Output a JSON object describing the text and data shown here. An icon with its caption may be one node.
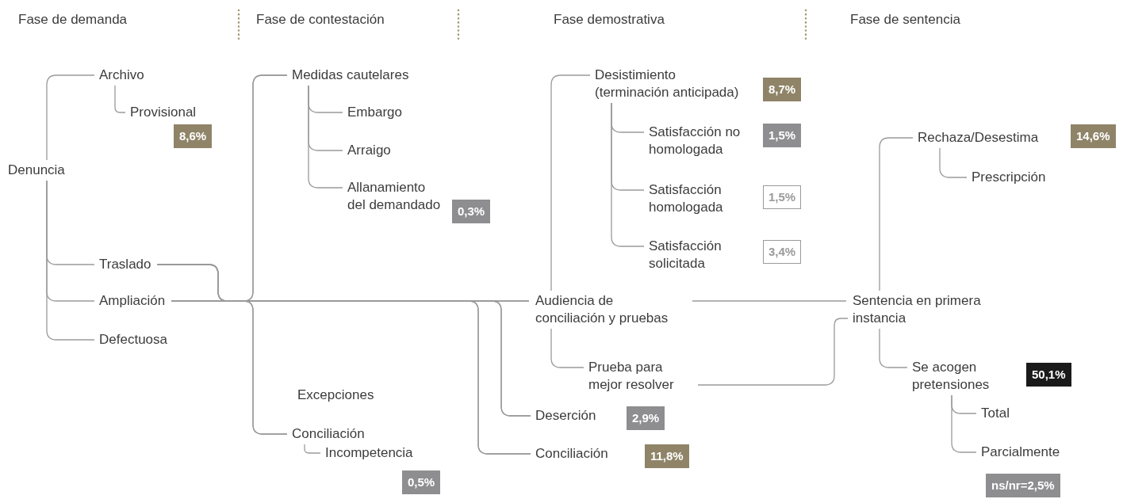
{
  "diagram": {
    "nodes": [
      {
        "text": [
          "Denuncia"
        ]
      },
      {
        "text": [
          "Archivo"
        ]
      },
      {
        "text": [
          "Provisional"
        ],
        "beside": [
          "8,6%"
        ]
      },
      {
        "text": [
          "Traslado"
        ]
      },
      {
        "text": [
          "Ampliación"
        ]
      },
      {
        "text": [
          "Defectuosa"
        ]
      },
      {
        "text": [
          "Medidas cautelares"
        ]
      },
      {
        "text": [
          "Embargo"
        ]
      },
      {
        "text": [
          "Arraigo"
        ]
      },
      {
        "text": [
          "Allanamiento del demandado"
        ],
        "beside": [
          "0,3%"
        ]
      },
      {
        "text": [
          "Conciliación"
        ]
      },
      {
        "text": [
          "Incompetencia"
        ],
        "beside": [
          "0,5%"
        ]
      },
      {
        "text": [
          "Audiencia de conciliación y pruebas"
        ]
      },
      {
        "text": [
          "Deserción"
        ],
        "beside": [
          "2,9%"
        ]
      },
      {
        "text": [
          "Conciliación"
        ],
        "beside": [
          "11,8%"
        ]
      },
      {
        "text": [
          "Desistimiento (terminación anticipada)"
        ],
        "beside": [
          "8,7%"
        ]
      },
      {
        "text": [
          "Satisfacción no homologada"
        ],
        "beside": [
          "1,5%"
        ]
      },
      {
        "text": [
          "Satisfacción homologada"
        ],
        "beside": [
          "1,5%"
        ]
      },
      {
        "text": [
          "Satisfacción solicitada"
        ],
        "beside": [
          "3,4%"
        ]
      },
      {
        "text": [
          "Prueba para mejor resolver"
        ]
      },
      {
        "text": [
          "Sentencia en primera instancia"
        ]
      },
      {
        "text": [
          "Rechaza/Desestima"
        ],
        "beside": [
          "14,6%"
        ]
      },
      {
        "text": [
          "Prescripción"
        ]
      },
      {
        "text": [
          "Se acogen pretensiones"
        ],
        "beside": [
          "50,1%"
        ]
      },
      {
        "text": [
          "Total"
        ]
      },
      {
        "text": [
          "Parcialmente"
        ]
      }
    ],
    "edges": [
      {
        "from": 0,
        "to": 1,
        "arrow": "none"
      },
      {
        "from": 1,
        "to": 2,
        "arrow": "none"
      },
      {
        "from": 0,
        "to": 3,
        "arrow": "none"
      },
      {
        "from": 0,
        "to": 4,
        "arrow": "none"
      },
      {
        "from": 0,
        "to": 5,
        "arrow": "none"
      },
      {
        "from": 3,
        "to": 6,
        "arrow": "none"
      },
      {
        "from": 3,
        "to": 10,
        "arrow": "none"
      },
      {
        "from": 3,
        "to": 12,
        "arrow": "none"
      },
      {
        "from": 3,
        "to": 13,
        "arrow": "none"
      },
      {
        "from": 3,
        "to": 14,
        "arrow": "none"
      },
      {
        "from": 4,
        "to": 6,
        "arrow": "none"
      },
      {
        "from": 4,
        "to": 10,
        "arrow": "none"
      },
      {
        "from": 4,
        "to": 12,
        "arrow": "none"
      },
      {
        "from": 4,
        "to": 13,
        "arrow": "none"
      },
      {
        "from": 4,
        "to": 14,
        "arrow": "none"
      },
      {
        "from": 6,
        "to": 7,
        "arrow": "none"
      },
      {
        "from": 6,
        "to": 8,
        "arrow": "none"
      },
      {
        "from": 6,
        "to": 9,
        "arrow": "none"
      },
      {
        "from": 10,
        "to": 11,
        "arrow": "none"
      },
      {
        "from": 12,
        "to": 15,
        "arrow": "none"
      },
      {
        "from": 15,
        "to": 16,
        "arrow": "none"
      },
      {
        "from": 15,
        "to": 17,
        "arrow": "none"
      },
      {
        "from": 15,
        "to": 18,
        "arrow": "none"
      },
      {
        "from": 12,
        "to": 19,
        "arrow": "none"
      },
      {
        "from": 12,
        "to": 20,
        "arrow": "none"
      },
      {
        "from": 19,
        "to": 20,
        "arrow": "none"
      },
      {
        "from": 20,
        "to": 21,
        "arrow": "none"
      },
      {
        "from": 21,
        "to": 22,
        "arrow": "none"
      },
      {
        "from": 20,
        "to": 23,
        "arrow": "none"
      },
      {
        "from": 23,
        "to": 24,
        "arrow": "none"
      },
      {
        "from": 23,
        "to": 25,
        "arrow": "none"
      }
    ],
    "labels": [
      "Fase de demanda",
      "Fase de contestación",
      "Fase demostrativa",
      "Fase de sentencia",
      "Excepciones",
      "ns/nr=2,5%"
    ]
  }
}
